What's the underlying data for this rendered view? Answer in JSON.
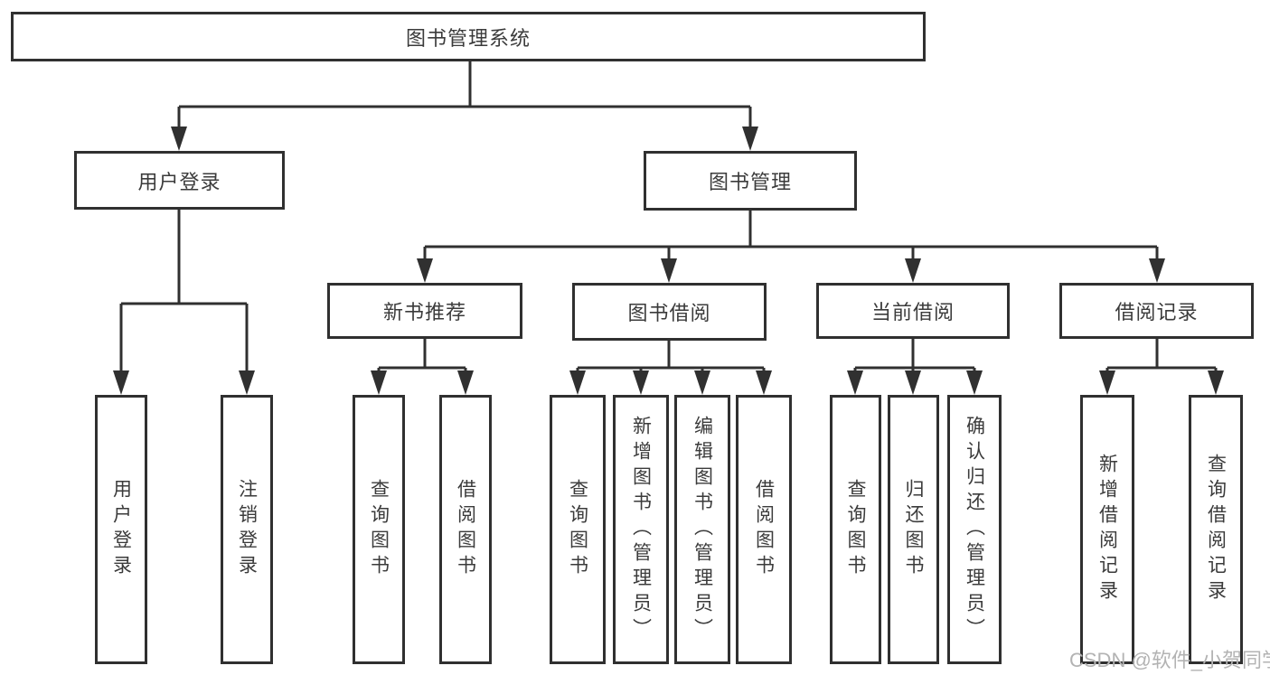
{
  "diagram": {
    "title": "图书管理系统",
    "nodes": {
      "root": {
        "label": "图书管理系统"
      },
      "user_login": {
        "label": "用户登录"
      },
      "book_mgmt": {
        "label": "图书管理"
      },
      "new_book_rec": {
        "label": "新书推荐"
      },
      "book_borrow": {
        "label": "图书借阅"
      },
      "current_borrow": {
        "label": "当前借阅"
      },
      "borrow_records": {
        "label": "借阅记录"
      },
      "leaf_user_login": {
        "label": "用户登录"
      },
      "leaf_logout": {
        "label": "注销登录"
      },
      "leaf_nb_query": {
        "label": "查询图书"
      },
      "leaf_nb_borrow": {
        "label": "借阅图书"
      },
      "leaf_bb_query": {
        "label": "查询图书"
      },
      "leaf_bb_add": {
        "label": "新增图书（管理员）"
      },
      "leaf_bb_edit": {
        "label": "编辑图书（管理员）"
      },
      "leaf_bb_borrow": {
        "label": "借阅图书"
      },
      "leaf_cb_query": {
        "label": "查询图书"
      },
      "leaf_cb_return": {
        "label": "归还图书"
      },
      "leaf_cb_confirm": {
        "label": "确认归还（管理员）"
      },
      "leaf_br_add": {
        "label": "新增借阅记录"
      },
      "leaf_br_query": {
        "label": "查询借阅记录"
      }
    },
    "edges": [
      [
        "图书管理系统",
        "用户登录"
      ],
      [
        "图书管理系统",
        "图书管理"
      ],
      [
        "用户登录",
        "用户登录"
      ],
      [
        "用户登录",
        "注销登录"
      ],
      [
        "图书管理",
        "新书推荐"
      ],
      [
        "图书管理",
        "图书借阅"
      ],
      [
        "图书管理",
        "当前借阅"
      ],
      [
        "图书管理",
        "借阅记录"
      ],
      [
        "新书推荐",
        "查询图书"
      ],
      [
        "新书推荐",
        "借阅图书"
      ],
      [
        "图书借阅",
        "查询图书"
      ],
      [
        "图书借阅",
        "新增图书（管理员）"
      ],
      [
        "图书借阅",
        "编辑图书（管理员）"
      ],
      [
        "图书借阅",
        "借阅图书"
      ],
      [
        "当前借阅",
        "查询图书"
      ],
      [
        "当前借阅",
        "归还图书"
      ],
      [
        "当前借阅",
        "确认归还（管理员）"
      ],
      [
        "借阅记录",
        "新增借阅记录"
      ],
      [
        "借阅记录",
        "查询借阅记录"
      ]
    ],
    "colors": {
      "line": "#303030",
      "box_border": "#303030",
      "box_fill": "#ffffff",
      "text": "#3b3b3b",
      "background": "#ffffff"
    }
  },
  "watermark": {
    "text": "CSDN @软件_小贺同学",
    "color": "#b3b3b3"
  }
}
